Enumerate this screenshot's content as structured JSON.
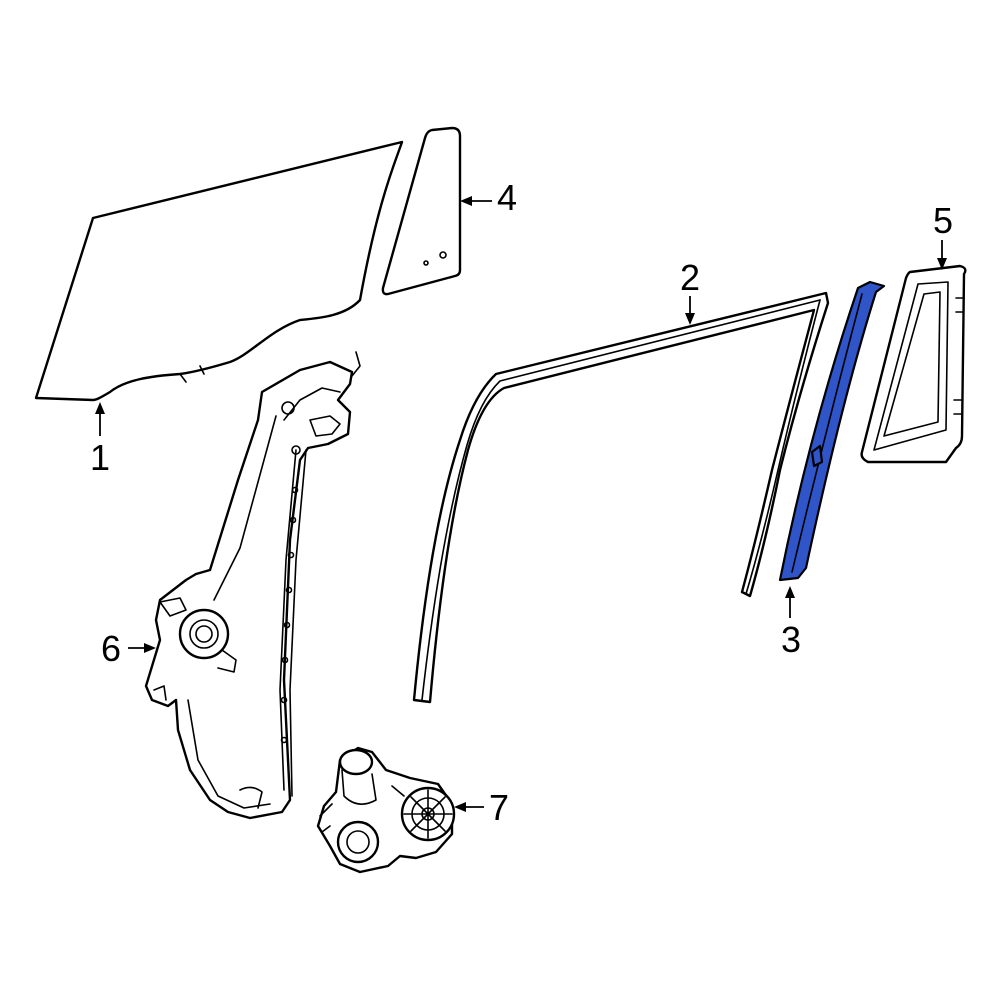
{
  "callouts": {
    "c1": "1",
    "c2": "2",
    "c3": "3",
    "c4": "4",
    "c5": "5",
    "c6": "6",
    "c7": "7"
  },
  "colors": {
    "highlight_fill": "#2f55c8",
    "line": "#000000",
    "background": "#ffffff"
  },
  "highlighted_callout": "3"
}
